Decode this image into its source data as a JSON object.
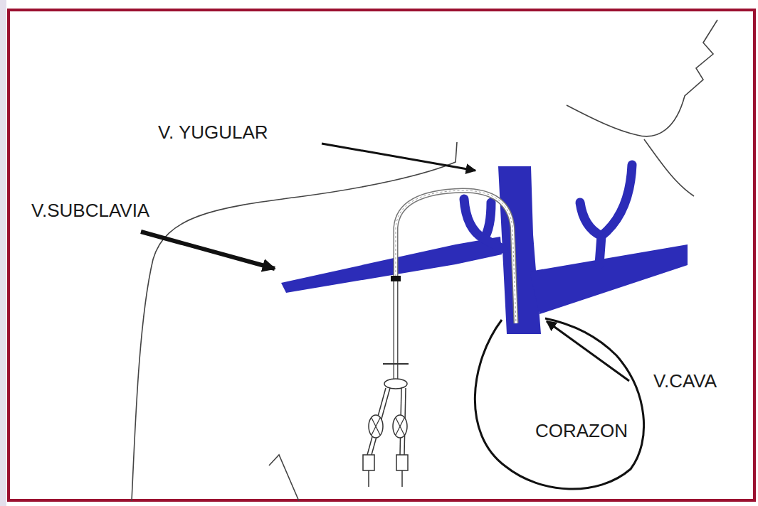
{
  "diagram": {
    "nodes": [
      {
        "text": [
          "CORAZON"
        ]
      }
    ],
    "labels": [
      "V. YUGULAR",
      "V.SUBCLAVIA",
      "V.CAVA"
    ]
  }
}
